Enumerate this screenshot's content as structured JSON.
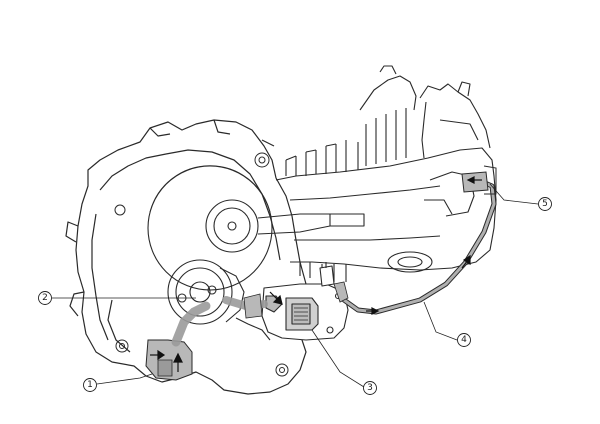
{
  "diagram": {
    "colors": {
      "line": "#2a2a2a",
      "flow_path": "#9a9a9a",
      "flow_fill": "#b8b8b8",
      "background": "#ffffff"
    },
    "callouts": [
      {
        "id": "1",
        "label": "1"
      },
      {
        "id": "2",
        "label": "2"
      },
      {
        "id": "3",
        "label": "3"
      },
      {
        "id": "4",
        "label": "4"
      },
      {
        "id": "5",
        "label": "5"
      }
    ]
  }
}
